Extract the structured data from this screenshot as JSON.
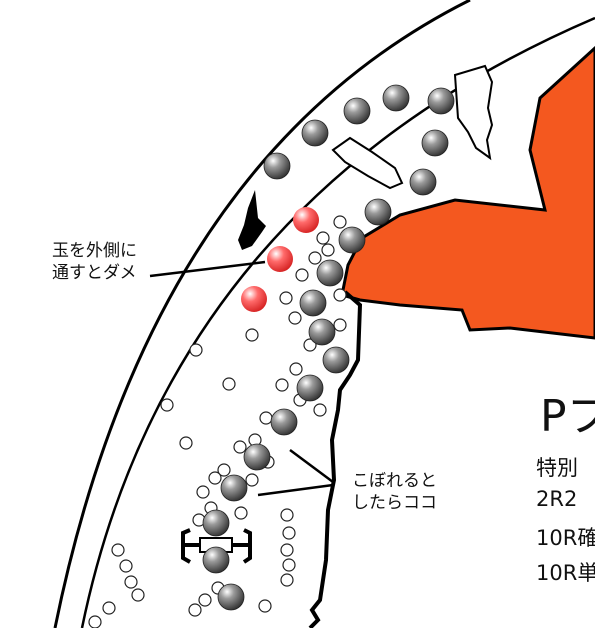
{
  "annotations": {
    "left_note_line1": "玉を外側に",
    "left_note_line2": "通すとダメ",
    "right_note_line1": "こぼれると",
    "right_note_line2": "したらココ"
  },
  "machine": {
    "title": "Pフ",
    "spec_lines": [
      "特別",
      "2R2",
      "10R確",
      "10R単"
    ]
  },
  "colors": {
    "background": "#ffffff",
    "frame": "#000000",
    "orange_area": "#f4581f",
    "ball_gray": "#6e6e6e",
    "ball_red": "#ff4a4a"
  }
}
